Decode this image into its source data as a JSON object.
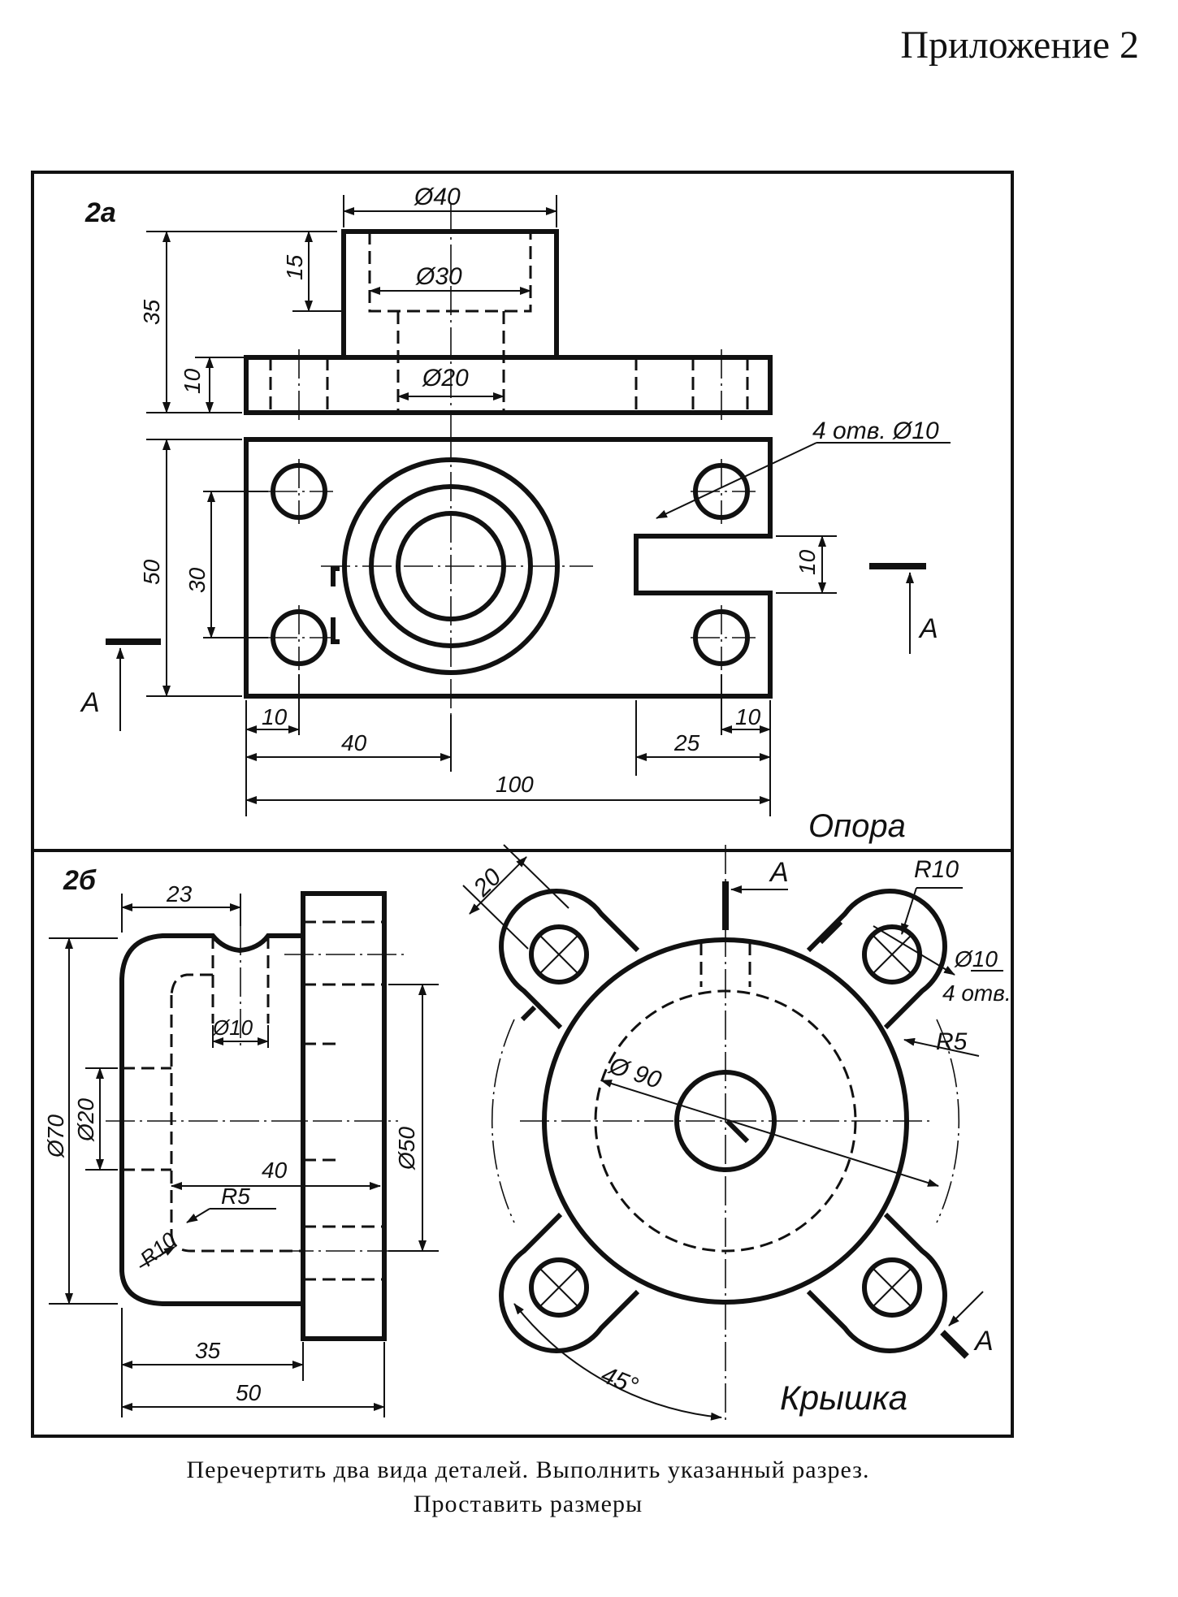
{
  "header": {
    "appendix": "Приложение 2"
  },
  "part_a": {
    "label": "2а",
    "name": "Опора",
    "dims": {
      "boss_dia": "Ø40",
      "bore_dia": "Ø30",
      "hole_dia": "Ø20",
      "h15": "15",
      "h35": "35",
      "h10": "10",
      "w50": "50",
      "w30": "30",
      "slot10": "10",
      "holes_note": "4 отв. Ø10",
      "b10l": "10",
      "b40": "40",
      "b25": "25",
      "b10r": "10",
      "b100": "100"
    },
    "section_mark": "А"
  },
  "part_b": {
    "label": "2б",
    "name": "Крышка",
    "dims": {
      "d23": "23",
      "d10": "Ø10",
      "d20": "Ø20",
      "d70": "Ø70",
      "d40": "40",
      "r5": "R5",
      "r10": "R10",
      "d50": "Ø50",
      "d35": "35",
      "d50b": "50",
      "f20": "20",
      "fr10": "R10",
      "f10": "Ø10",
      "f4": "4 отв.",
      "fr5": "R5",
      "f90": "Ø 90",
      "f45": "45°"
    },
    "section_mark": "А"
  },
  "caption": {
    "line1": "Перечертить два вида деталей. Выполнить указанный разрез.",
    "line2": "Проставить размеры"
  }
}
